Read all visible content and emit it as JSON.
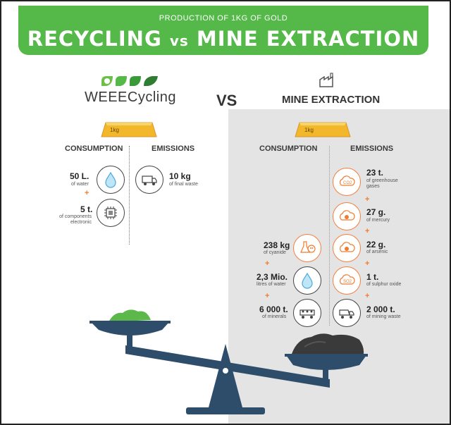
{
  "header": {
    "subtitle": "PRODUCTION OF 1KG OF GOLD",
    "title_left": "RECYCLING",
    "title_vs": "vs",
    "title_right": "MINE EXTRACTION"
  },
  "left": {
    "brand": "WEEECycling",
    "gold_label": "1kg",
    "consumption_heading": "CONSUMPTION",
    "emissions_heading": "EMISSIONS",
    "consumption": [
      {
        "value": "50 L.",
        "label": "of water",
        "icon": "water-drop-icon"
      },
      {
        "value": "5 t.",
        "label": "of components electronic",
        "icon": "circuit-chip-icon"
      }
    ],
    "emissions": [
      {
        "value": "10 kg",
        "label": "of final waste",
        "icon": "waste-truck-icon"
      }
    ]
  },
  "vs_label": "VS",
  "right": {
    "title": "MINE EXTRACTION",
    "gold_label": "1kg",
    "consumption_heading": "CONSUMPTION",
    "emissions_heading": "EMISSIONS",
    "consumption": [
      {
        "value": "238 kg",
        "label": "of cyanide",
        "icon": "chemical-flask-icon"
      },
      {
        "value": "2,3 Mio.",
        "label": "litres of water",
        "icon": "water-drop-icon"
      },
      {
        "value": "6 000 t.",
        "label": "of minerals",
        "icon": "mine-cart-icon"
      }
    ],
    "emissions": [
      {
        "value": "23 t.",
        "label": "of greenhouse gases",
        "icon": "co2-cloud-icon"
      },
      {
        "value": "27 g.",
        "label": "of mercury",
        "icon": "toxic-cloud-icon"
      },
      {
        "value": "22 g.",
        "label": "of arsenic",
        "icon": "toxic-cloud-icon"
      },
      {
        "value": "1 t.",
        "label": "of sulphur oxide",
        "icon": "so2-cloud-icon"
      },
      {
        "value": "2 000 t.",
        "label": "of mining waste",
        "icon": "dump-truck-icon"
      }
    ]
  },
  "plus_sign": "+",
  "colors": {
    "green": "#54b948",
    "orange": "#f07c2e",
    "scale_blue": "#2e4d6b",
    "gold": "#f2b72b"
  }
}
